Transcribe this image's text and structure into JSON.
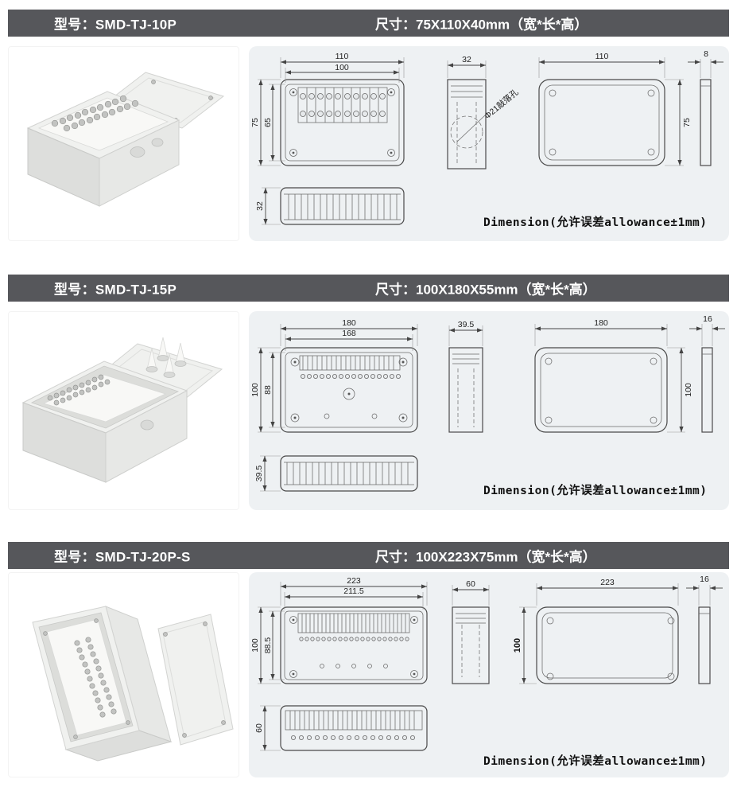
{
  "theme": {
    "header_bg": "#56575b",
    "panel_bg": "#eef1f3",
    "line_color": "#4a4a4a"
  },
  "sections": [
    {
      "model": "型号：SMD-TJ-10P",
      "size": "尺寸：75X110X40mm（宽*长*高）",
      "note": "Dimension(允许误差allowance±1mm)",
      "dims": {
        "plan_outer_w": "110",
        "plan_inner_w": "100",
        "plan_outer_h": "75",
        "plan_inner_h": "65",
        "side_w": "32",
        "hole_label": "Φ21敲落孔",
        "lid_w": "110",
        "lid_h": "75",
        "lid_t": "8",
        "bottom_h": "32"
      }
    },
    {
      "model": "型号：SMD-TJ-15P",
      "size": "尺寸：100X180X55mm（宽*长*高）",
      "note": "Dimension(允许误差allowance±1mm)",
      "dims": {
        "plan_outer_w": "180",
        "plan_inner_w": "168",
        "plan_outer_h": "100",
        "plan_inner_h": "88",
        "side_w": "39.5",
        "lid_w": "180",
        "lid_h": "100",
        "lid_t": "16",
        "bottom_h": "39.5"
      }
    },
    {
      "model": "型号：SMD-TJ-20P-S",
      "size": "尺寸：100X223X75mm（宽*长*高）",
      "note": "Dimension(允许误差allowance±1mm)",
      "dims": {
        "plan_outer_w": "223",
        "plan_inner_w": "211.5",
        "plan_outer_h": "100",
        "plan_inner_h": "88.5",
        "side_w": "60",
        "lid_w": "223",
        "lid_h": "100",
        "lid_t": "16",
        "bottom_h": "60"
      }
    }
  ]
}
